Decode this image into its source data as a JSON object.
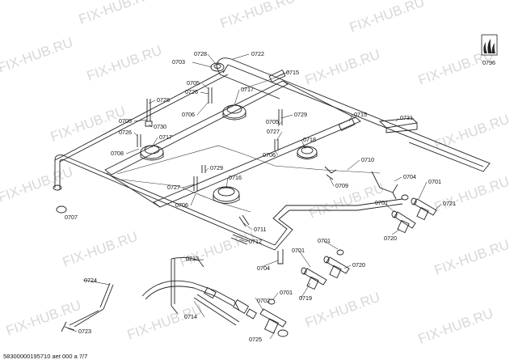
{
  "watermark": "FIX-HUB.RU",
  "footer": "58300000195710 aet 000 a 7/7",
  "callouts": [
    {
      "id": "0728a",
      "text": "0728"
    },
    {
      "id": "0722",
      "text": "0722"
    },
    {
      "id": "0703",
      "text": "0703"
    },
    {
      "id": "0715a",
      "text": "0715"
    },
    {
      "id": "0705a",
      "text": "0705"
    },
    {
      "id": "0717a",
      "text": "0717"
    },
    {
      "id": "0726a",
      "text": "0726"
    },
    {
      "id": "0728b",
      "text": "0728"
    },
    {
      "id": "0706a",
      "text": "0706"
    },
    {
      "id": "0729a",
      "text": "0729"
    },
    {
      "id": "0715b",
      "text": "0715"
    },
    {
      "id": "0705b",
      "text": "0705"
    },
    {
      "id": "0731",
      "text": "0731"
    },
    {
      "id": "0730",
      "text": "0730"
    },
    {
      "id": "0726b",
      "text": "0726"
    },
    {
      "id": "0705c",
      "text": "0705"
    },
    {
      "id": "0727a",
      "text": "0727"
    },
    {
      "id": "0717b",
      "text": "0717"
    },
    {
      "id": "0718",
      "text": "0718"
    },
    {
      "id": "0708",
      "text": "0708"
    },
    {
      "id": "0706b",
      "text": "0706"
    },
    {
      "id": "0710",
      "text": "0710"
    },
    {
      "id": "0729b",
      "text": "0729"
    },
    {
      "id": "0716",
      "text": "0716"
    },
    {
      "id": "0704a",
      "text": "0704"
    },
    {
      "id": "0701a",
      "text": "0701"
    },
    {
      "id": "0727b",
      "text": "0727"
    },
    {
      "id": "0709",
      "text": "0709"
    },
    {
      "id": "0701b",
      "text": "0701"
    },
    {
      "id": "0721",
      "text": "0721"
    },
    {
      "id": "0706c",
      "text": "0706"
    },
    {
      "id": "0707",
      "text": "0707"
    },
    {
      "id": "0711",
      "text": "0711"
    },
    {
      "id": "0720a",
      "text": "0720"
    },
    {
      "id": "0712",
      "text": "0712"
    },
    {
      "id": "0701c",
      "text": "0701"
    },
    {
      "id": "0713",
      "text": "0713"
    },
    {
      "id": "0701d",
      "text": "0701"
    },
    {
      "id": "0704b",
      "text": "0704"
    },
    {
      "id": "0720b",
      "text": "0720"
    },
    {
      "id": "0724",
      "text": "0724"
    },
    {
      "id": "0719",
      "text": "0719"
    },
    {
      "id": "0701e",
      "text": "0701"
    },
    {
      "id": "0714",
      "text": "0714"
    },
    {
      "id": "0702",
      "text": "0702"
    },
    {
      "id": "0723",
      "text": "0723"
    },
    {
      "id": "0725",
      "text": "0725"
    },
    {
      "id": "0796",
      "text": "0796"
    }
  ]
}
